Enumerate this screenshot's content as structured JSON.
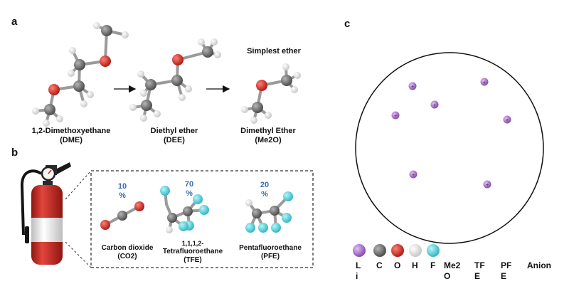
{
  "panels": {
    "a": "a",
    "b": "b",
    "c": "c"
  },
  "panel_a": {
    "molecules": [
      {
        "name": "1,2-Dimethoxyethane",
        "abbr": "(DME)"
      },
      {
        "name": "Diethyl ether",
        "abbr": "(DEE)"
      },
      {
        "name": "Dimethyl Ether",
        "abbr": "(Me2O)"
      }
    ],
    "note": "Simplest ether"
  },
  "panel_b": {
    "components": [
      {
        "percent_line1": "10",
        "percent_line2": "%",
        "name_line1": "Carbon dioxide",
        "name_line2": "(CO2)"
      },
      {
        "percent_line1": "70",
        "percent_line2": "%",
        "name_line0": "1,1,1,2-",
        "name_line1": "Tetrafluoroethane",
        "name_line2": "(TFE)"
      },
      {
        "percent_line1": "20",
        "percent_line2": "%",
        "name_line1": "Pentafluoroethane",
        "name_line2": "(PFE)"
      }
    ]
  },
  "panel_c": {
    "legend": {
      "li_1": "L",
      "li_2": "i",
      "c": "C",
      "o": "O",
      "h": "H",
      "f": "F",
      "me2o_1": "Me2",
      "me2o_2": "O",
      "tfe_1": "TF",
      "tfe_2": "E",
      "pfe_1": "PF",
      "pfe_2": "E",
      "anion": "Anion"
    }
  },
  "colors": {
    "carbon": "#6e6e6e",
    "oxygen": "#d8302a",
    "hydrogen": "#f2f2f2",
    "fluorine": "#5fd6df",
    "lithium": "#b074d6",
    "percent": "#3a6fae",
    "extinguisher_red": "#c8261f"
  }
}
